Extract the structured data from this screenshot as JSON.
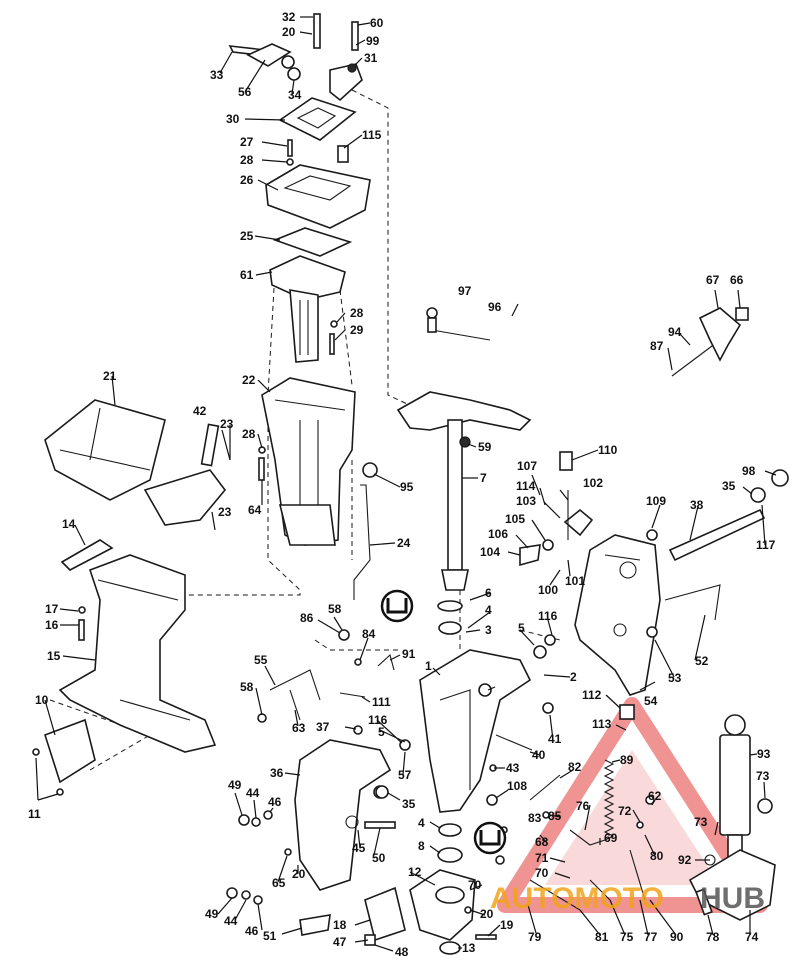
{
  "callouts": {
    "c1": "1",
    "c2": "2",
    "c3": "3",
    "c4a": "4",
    "c4b": "4",
    "c5a": "5",
    "c5b": "5",
    "c6": "6",
    "c7": "7",
    "c8": "8",
    "c10": "10",
    "c11": "11",
    "c12": "12",
    "c13": "13",
    "c14": "14",
    "c15": "15",
    "c16": "16",
    "c17": "17",
    "c18": "18",
    "c19": "19",
    "c20a": "20",
    "c20b": "20",
    "c20c": "20",
    "c21": "21",
    "c22": "22",
    "c23a": "23",
    "c23b": "23",
    "c24": "24",
    "c25": "25",
    "c26": "26",
    "c27": "27",
    "c28a": "28",
    "c28b": "28",
    "c28c": "28",
    "c29": "29",
    "c30": "30",
    "c31": "31",
    "c32": "32",
    "c33": "33",
    "c34": "34",
    "c35a": "35",
    "c35b": "35",
    "c36": "36",
    "c37": "37",
    "c38": "38",
    "c40": "40",
    "c41": "41",
    "c42": "42",
    "c43": "43",
    "c44a": "44",
    "c44b": "44",
    "c45": "45",
    "c46a": "46",
    "c46b": "46",
    "c47": "47",
    "c48": "48",
    "c49a": "49",
    "c49b": "49",
    "c50": "50",
    "c51": "51",
    "c52": "52",
    "c53": "53",
    "c54": "54",
    "c55": "55",
    "c56": "56",
    "c57": "57",
    "c58a": "58",
    "c58b": "58",
    "c59": "59",
    "c60": "60",
    "c61": "61",
    "c62": "62",
    "c63": "63",
    "c64": "64",
    "c65": "65",
    "c66": "66",
    "c67": "67",
    "c68": "68",
    "c69": "69",
    "c70a": "70",
    "c70b": "70",
    "c71": "71",
    "c72": "72",
    "c73a": "73",
    "c73b": "73",
    "c74": "74",
    "c75": "75",
    "c76": "76",
    "c77": "77",
    "c78": "78",
    "c79": "79",
    "c80": "80",
    "c81": "81",
    "c82": "82",
    "c83": "83",
    "c84": "84",
    "c85": "85",
    "c86": "86",
    "c87": "87",
    "c89": "89",
    "c90": "90",
    "c91": "91",
    "c92": "92",
    "c93": "93",
    "c94": "94",
    "c95": "95",
    "c96": "96",
    "c97": "97",
    "c98": "98",
    "c99": "99",
    "c100": "100",
    "c101": "101",
    "c102": "102",
    "c103": "103",
    "c104": "104",
    "c105": "105",
    "c106": "106",
    "c107": "107",
    "c108": "108",
    "c109": "109",
    "c110": "110",
    "c111": "111",
    "c112": "112",
    "c113": "113",
    "c114": "114",
    "c115": "115",
    "c116a": "116",
    "c116b": "116",
    "c117": "117"
  },
  "watermark": {
    "text_left": "AUTOMOTO",
    "text_right": "HUB",
    "color_left": "#f2a31b",
    "color_right": "#555555",
    "triangle_color": "#e23b3b"
  }
}
